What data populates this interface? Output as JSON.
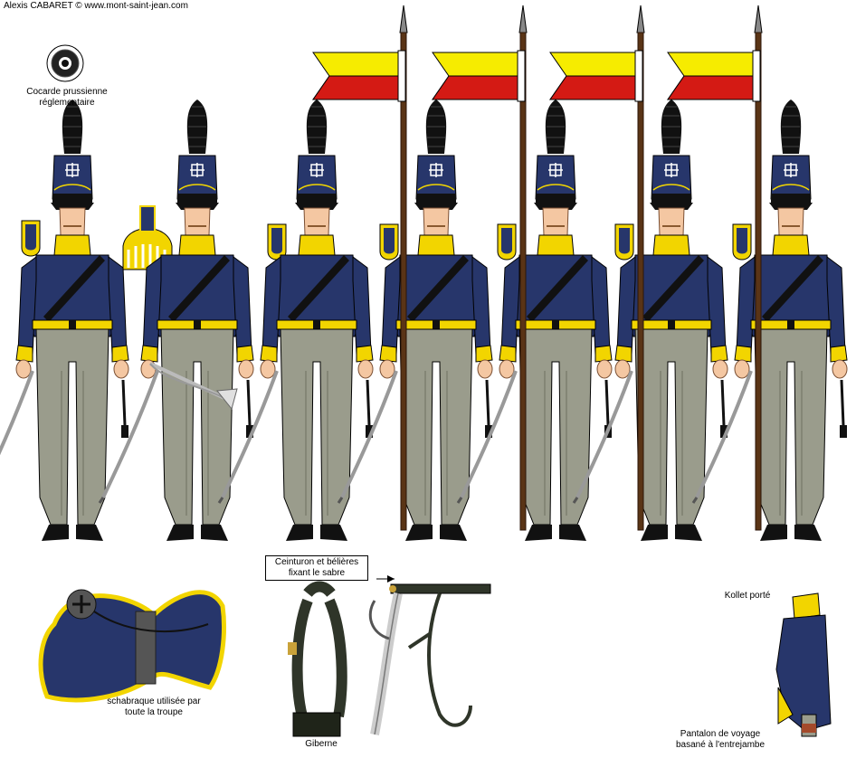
{
  "credit": "Alexis CABARET © www.mont-saint-jean.com",
  "labels": {
    "cockade": [
      "Cocarde prussienne",
      "réglementaire"
    ],
    "belt": [
      "Ceinturon et bélières",
      "fixant le sabre"
    ],
    "saddle_cloth": [
      "schabraque utilisée par",
      "toute la troupe"
    ],
    "pouch": "Giberne",
    "kollet": "Kollet porté",
    "trousers": [
      "Pantalon de voyage",
      "basané à l'entrejambe"
    ]
  },
  "colors": {
    "tunic": "#27366b",
    "facings": "#f2d500",
    "trousers": "#9a9c8c",
    "flag_top": "#f6ec00",
    "flag_bottom": "#d41a14",
    "lance": "#5a3416",
    "shako": "#1a1a1a"
  },
  "figures": [
    {
      "id": "officer",
      "epaulette": "gold",
      "lance": false
    },
    {
      "id": "trumpeter",
      "epaulette": "striped",
      "lance": false
    },
    {
      "id": "trooper-1",
      "epaulette": "plain",
      "lance": false
    },
    {
      "id": "lancer-1",
      "epaulette": "plain",
      "lance": true
    },
    {
      "id": "lancer-2",
      "epaulette": "plain",
      "lance": true
    },
    {
      "id": "lancer-3",
      "epaulette": "plain",
      "lance": true
    },
    {
      "id": "lancer-4",
      "epaulette": "plain",
      "lance": true
    }
  ]
}
